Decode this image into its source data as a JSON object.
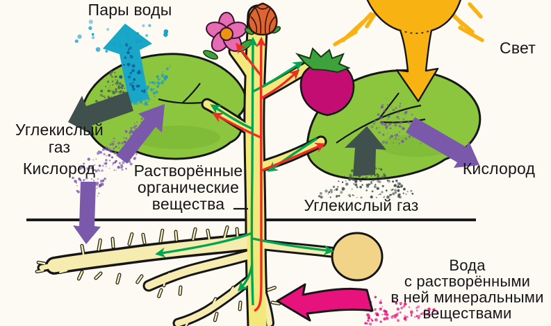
{
  "labels": {
    "water_vapor": "Пары воды",
    "carbon_dioxide_left": "Углекислый\nгаз",
    "oxygen_left": "Кислород",
    "dissolved_organics": "Растворённые\nорганические\nвещества",
    "carbon_dioxide_right": "Углекислый газ",
    "light": "Свет",
    "oxygen_right": "Кислород",
    "water_minerals": "Вода\nс растворёнными\nв ней минеральными\nвеществами"
  },
  "colors": {
    "water_vapor_arrow": "#18a7c6",
    "carbon_dioxide_arrow": "#40504d",
    "oxygen_arrow": "#7a59ab",
    "light_arrow": "#f8b312",
    "water_minerals_arrow": "#e8127c",
    "organic_flow": "#00a651",
    "water_flow": "#ee2c24",
    "leaf": "#8cc63e",
    "stem": "#f2e87c",
    "root": "#f6ecb0",
    "tuber": "#f2d488",
    "flower": "#e56cb0",
    "fruit": "#c40d72",
    "ground_line": "#1a1a1a"
  }
}
